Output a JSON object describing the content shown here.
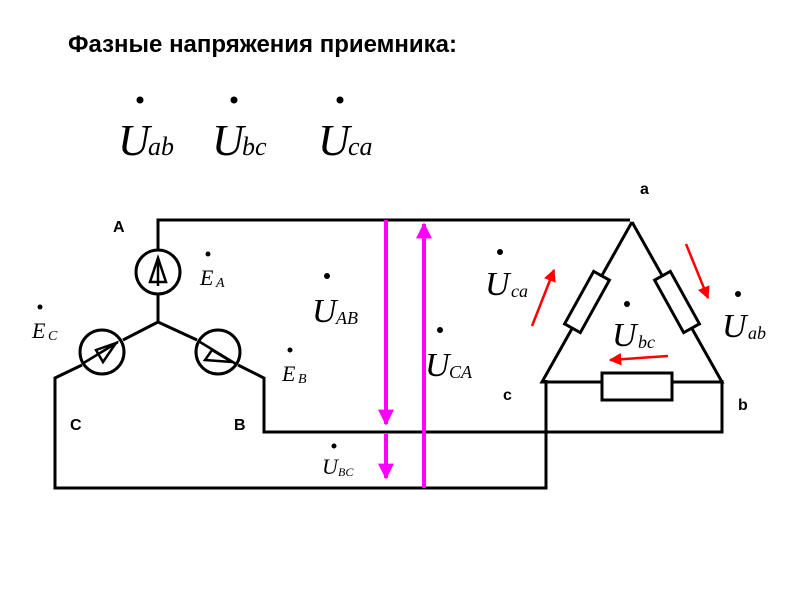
{
  "title": "Фазные напряжения приемника:",
  "header_symbols": [
    {
      "main": "U",
      "sub": "ab"
    },
    {
      "main": "U",
      "sub": "bc"
    },
    {
      "main": "U",
      "sub": "ca"
    }
  ],
  "source_nodes": {
    "a": "A",
    "b": "B",
    "c": "C"
  },
  "load_nodes": {
    "a": "a",
    "b": "b",
    "c": "c"
  },
  "emf": {
    "a": {
      "main": "E",
      "sub": "A"
    },
    "b": {
      "main": "E",
      "sub": "B"
    },
    "c": {
      "main": "E",
      "sub": "C"
    }
  },
  "line_voltages": {
    "ab": {
      "main": "U",
      "sub": "AB"
    },
    "ca": {
      "main": "U",
      "sub": "CA"
    },
    "bc": {
      "main": "U",
      "sub": "BC"
    }
  },
  "phase_voltages": {
    "ca": {
      "main": "U",
      "sub": "ca"
    },
    "bc": {
      "main": "U",
      "sub": "bc"
    },
    "ab": {
      "main": "U",
      "sub": "ab"
    }
  },
  "colors": {
    "line_voltage_arrow": "#ff00ff",
    "phase_voltage_arrow": "#ff0000",
    "wire": "#000000"
  }
}
